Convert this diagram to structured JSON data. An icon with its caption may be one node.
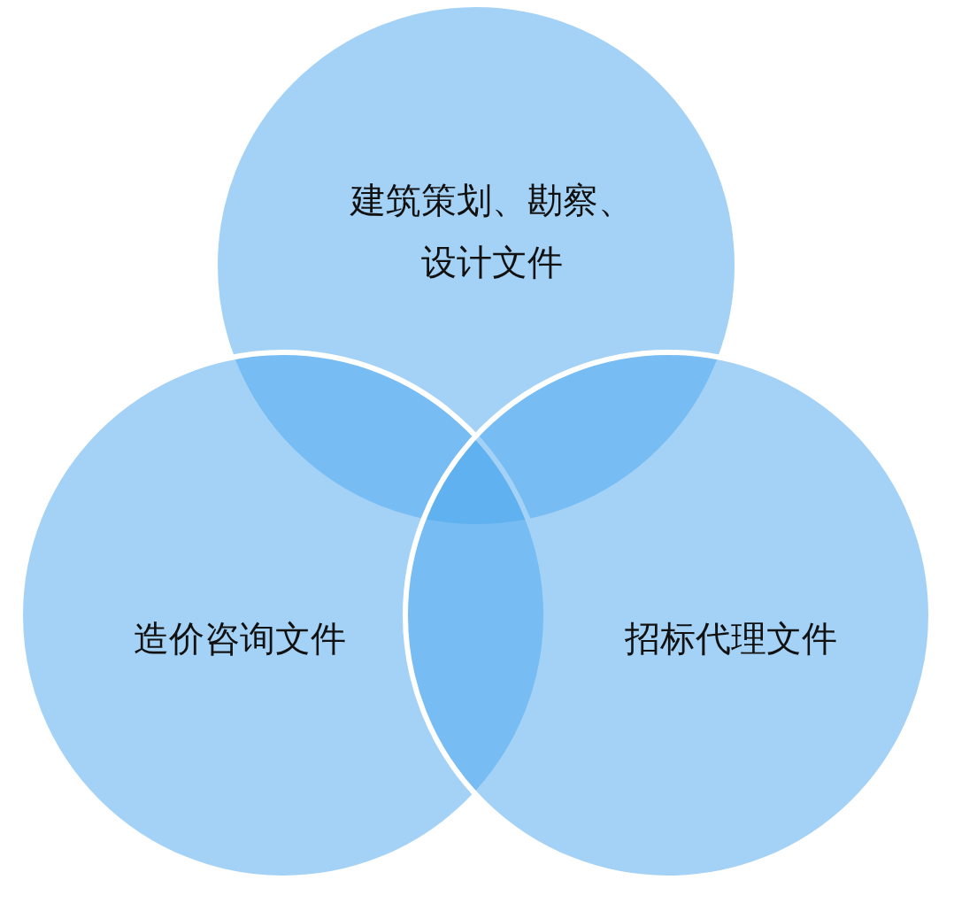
{
  "diagram": {
    "nodes": [
      {
        "text": [
          "建筑策划、勘察、设计文件"
        ]
      },
      {
        "text": [
          "造价咨询文件"
        ]
      },
      {
        "text": [
          "招标代理文件"
        ]
      }
    ]
  }
}
